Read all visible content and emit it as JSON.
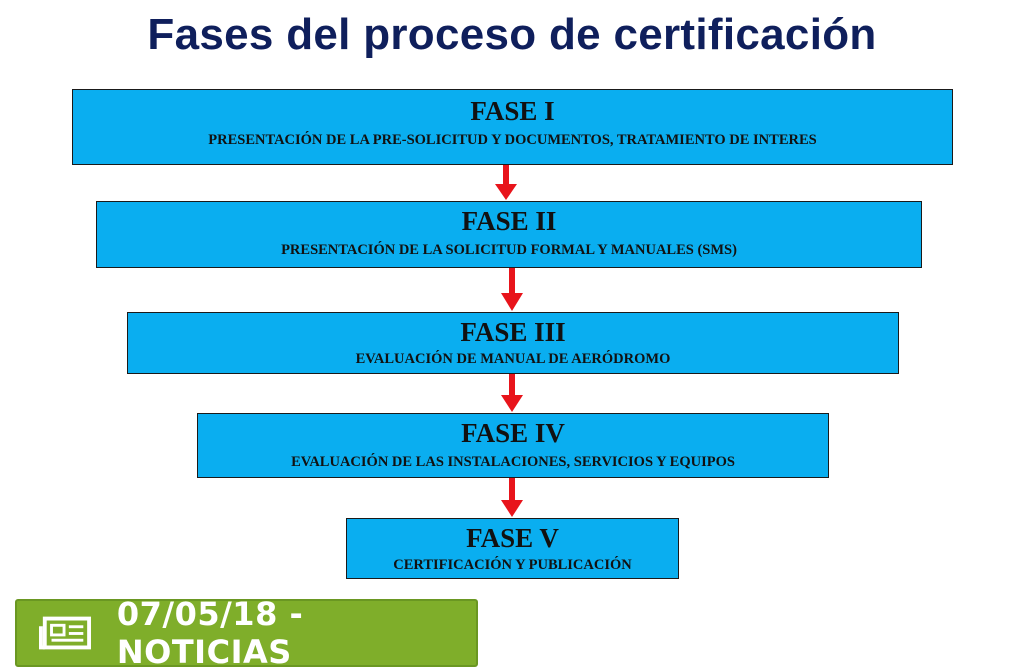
{
  "title": "Fases del proceso de certificación",
  "phases": [
    {
      "name": "FASE I",
      "description": "PRESENTACIÓN DE LA PRE-SOLICITUD Y DOCUMENTOS, TRATAMIENTO DE INTERES"
    },
    {
      "name": "FASE II",
      "description": "PRESENTACIÓN DE LA SOLICITUD FORMAL  Y MANUALES (SMS)"
    },
    {
      "name": "FASE III",
      "description": "EVALUACIÓN DE MANUAL DE AERÓDROMO"
    },
    {
      "name": "FASE IV",
      "description": "EVALUACIÓN DE LAS INSTALACIONES, SERVICIOS Y EQUIPOS"
    },
    {
      "name": "FASE V",
      "description": "CERTIFICACIÓN Y PUBLICACIÓN"
    }
  ],
  "badge": {
    "text": "07/05/18 - NOTICIAS",
    "icon": "newspaper-icon"
  },
  "colors": {
    "title": "#0f1f5c",
    "phase_fill": "#0aaef0",
    "arrow": "#e8141b",
    "badge_fill": "#7fae2a"
  }
}
